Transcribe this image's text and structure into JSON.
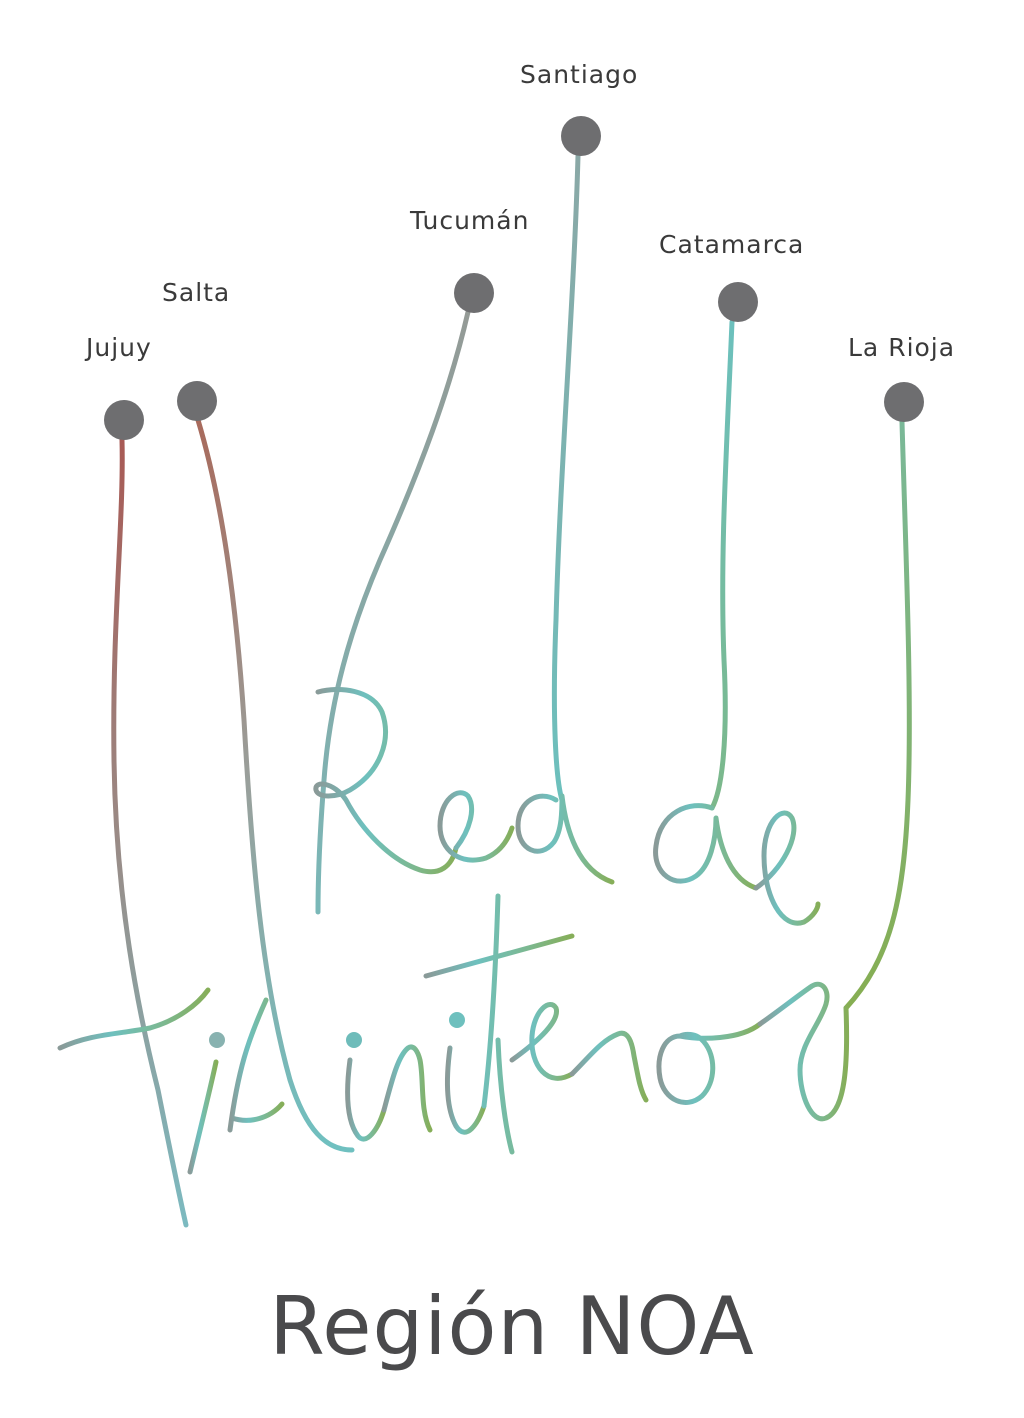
{
  "provinces": [
    {
      "name": "Jujuy"
    },
    {
      "name": "Salta"
    },
    {
      "name": "Tucumán"
    },
    {
      "name": "Santiago"
    },
    {
      "name": "Catamarca"
    },
    {
      "name": "La Rioja"
    }
  ],
  "logo_text": "Red de Titiriteros",
  "region": "Región NOA",
  "colors": {
    "knob": "#6e6e70",
    "jujuy_string": "#a85a55",
    "salta_string": "#a86a5c",
    "tucuman_string": "#8aa09c",
    "santiago_string": "#7ab5b5",
    "catamarca_string": "#6cc0bd",
    "larioja_string": "#88b45a",
    "text": "#4a4a4c"
  }
}
